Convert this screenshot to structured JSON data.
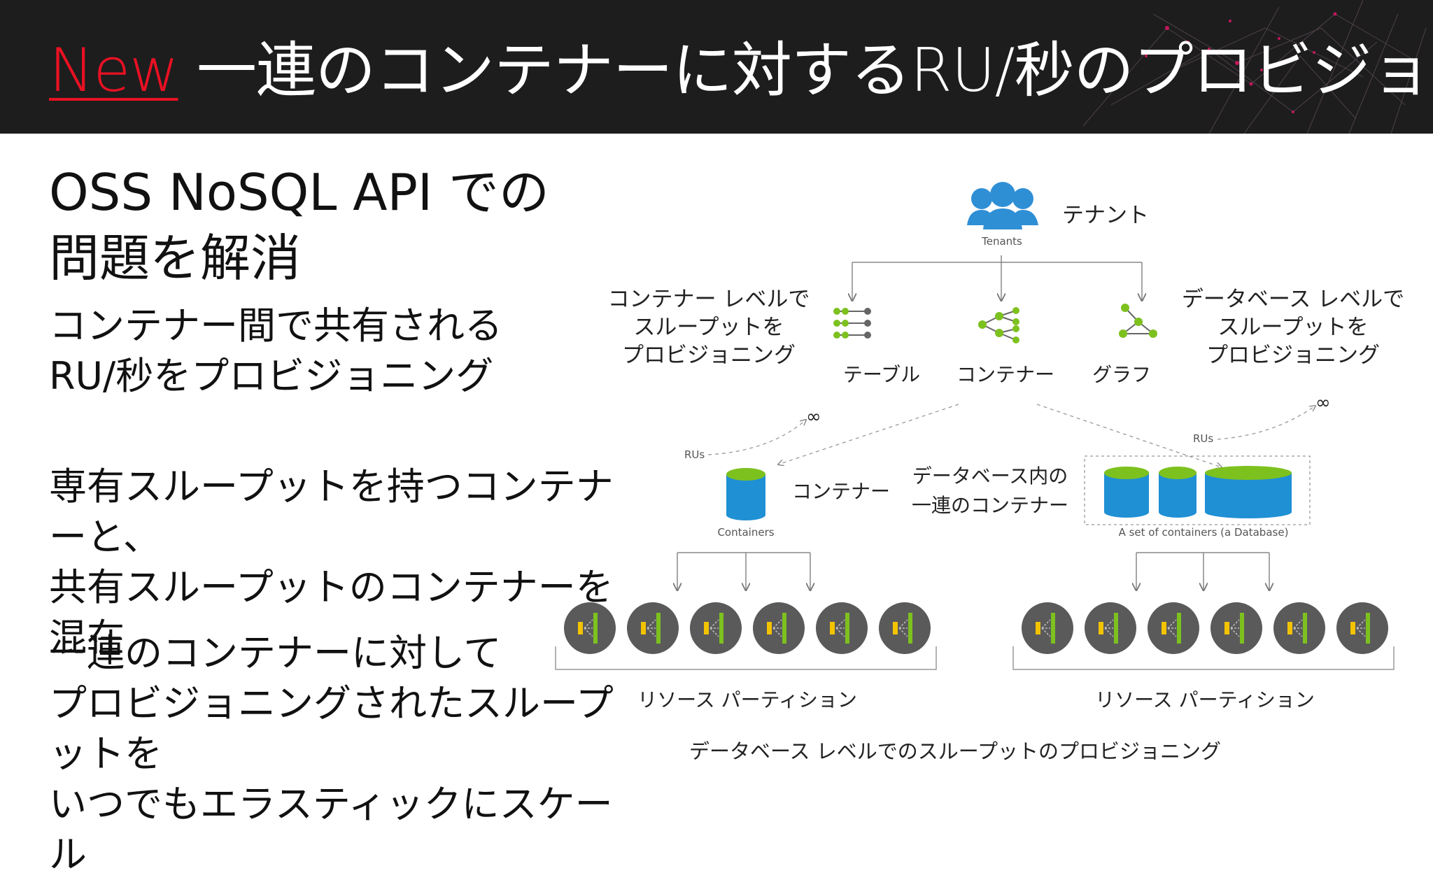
{
  "header": {
    "new_label": "New",
    "title": "一連のコンテナーに対するRU/秒のプロビジョニング",
    "background": "#1d1d1d",
    "accent_color": "#e81123"
  },
  "left": {
    "heading": [
      "OSS NoSQL API での",
      "問題を解消"
    ],
    "point1": [
      "コンテナー間で共有される",
      "RU/秒をプロビジョニング"
    ],
    "point2": [
      "専有スループットを持つコンテナーと、",
      "共有スループットのコンテナーを混在"
    ],
    "point3": [
      "一連のコンテナーに対して",
      "プロビジョニングされたスループットを",
      "いつでもエラスティックにスケール"
    ]
  },
  "diagram": {
    "tenants_icon_label": "Tenants",
    "tenants_jp": "テナント",
    "container_level": [
      "コンテナー レベルで",
      "スループットを",
      "プロビジョニング"
    ],
    "database_level": [
      "データベース レベルで",
      "スループットを",
      "プロビジョニング"
    ],
    "types": [
      "テーブル",
      "コンテナー",
      "グラフ"
    ],
    "rus_label": "RUs",
    "infinity": "∞",
    "containers_en": "Containers",
    "containers_jp": "コンテナー",
    "db_set_jp": [
      "データベース内の",
      "一連のコンテナー"
    ],
    "db_set_en": "A set of containers (a Database)",
    "resource_partition": "リソース パーティション",
    "bottom_caption": "データベース レベルでのスループットのプロビジョニング",
    "partition_count_per_group": 6,
    "colors": {
      "tenant_blue": "#2f8fd5",
      "green": "#7dc11f",
      "cylinder_blue": "#1f90d4",
      "partition_gray": "#5a5a5a",
      "partition_yellow": "#f4c300"
    }
  }
}
